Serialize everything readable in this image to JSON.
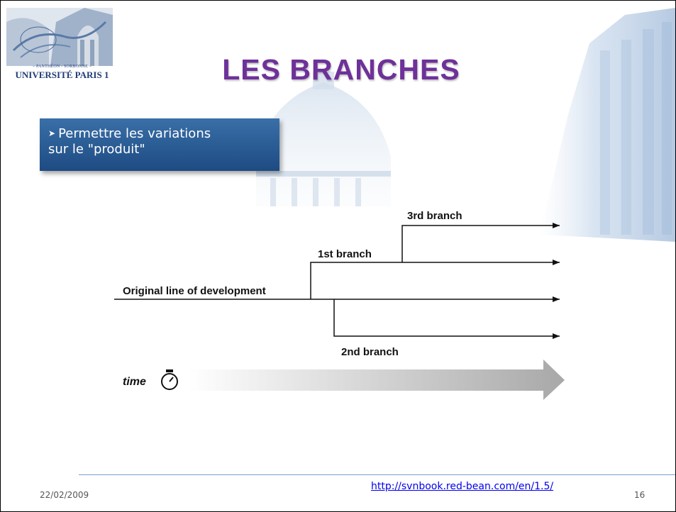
{
  "slide": {
    "title": "LES BRANCHES",
    "bullet": {
      "arrow": "➤",
      "line1": "Permettre les variations",
      "line2": "sur le \"produit\""
    },
    "logo": {
      "sub": "– PANTHÉON - SORBONNE –",
      "main": "UNIVERSITÉ PARIS 1"
    },
    "diagram": {
      "branch3_label": "3rd branch",
      "branch1_label": "1st branch",
      "original_label": "Original line of development",
      "branch2_label": "2nd branch",
      "time_label": "time"
    },
    "footer": {
      "date": "22/02/2009",
      "link": "http://svnbook.red-bean.com/en/1.5/",
      "page": "16"
    }
  },
  "colors": {
    "title": "#6e3199",
    "bullet_box": "#2a5c96",
    "footer_rule": "#7a9ed1",
    "link": "#0000ee"
  }
}
